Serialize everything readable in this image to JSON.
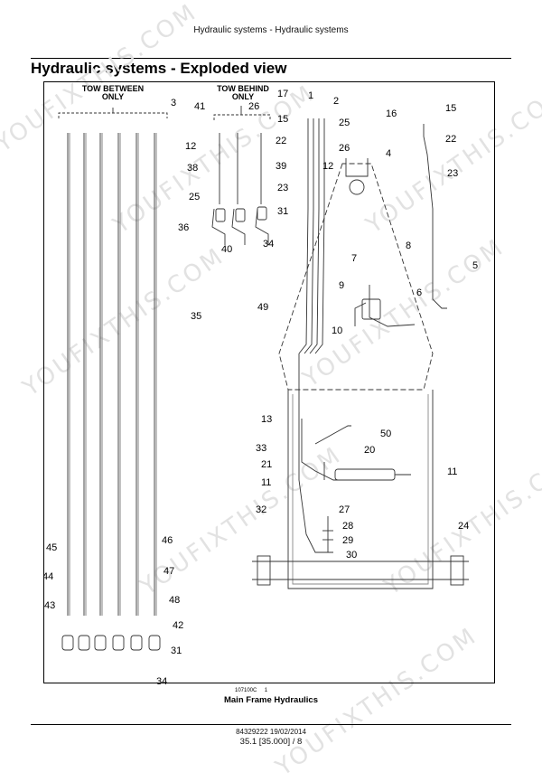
{
  "header": {
    "running_title": "Hydraulic systems - Hydraulic systems"
  },
  "section": {
    "title": "Hydraulic systems - Exploded view"
  },
  "figure": {
    "group_labels": {
      "tow_between": [
        "TOW BETWEEN",
        "ONLY"
      ],
      "tow_behind": [
        "TOW BEHIND",
        "ONLY"
      ]
    },
    "callouts": [
      "1",
      "2",
      "3",
      "4",
      "5",
      "6",
      "7",
      "8",
      "9",
      "10",
      "11",
      "11",
      "12",
      "12",
      "13",
      "15",
      "15",
      "16",
      "17",
      "20",
      "21",
      "22",
      "22",
      "23",
      "23",
      "24",
      "25",
      "25",
      "26",
      "26",
      "27",
      "28",
      "29",
      "30",
      "31",
      "31",
      "32",
      "33",
      "34",
      "34",
      "35",
      "36",
      "38",
      "39",
      "40",
      "41",
      "42",
      "43",
      "44",
      "45",
      "46",
      "47",
      "48",
      "49",
      "50"
    ],
    "figure_ref": "107100C",
    "figure_ref_sheet": "1",
    "caption": "Main Frame Hydraulics"
  },
  "watermark": {
    "text": "YOUFIXTHIS.COM"
  },
  "footer": {
    "doc_number": "84329222 19/02/2014",
    "page_number": "35.1 [35.000] / 8"
  }
}
